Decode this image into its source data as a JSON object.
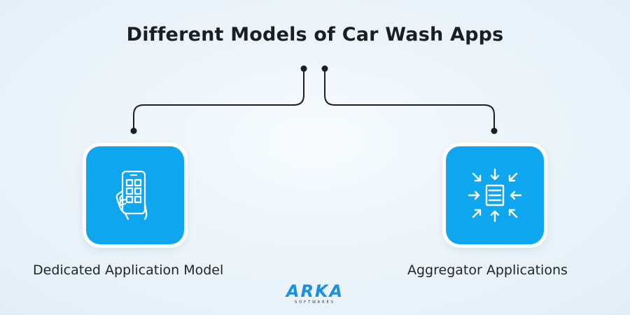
{
  "title": "Different Models of Car Wash Apps",
  "models": [
    {
      "label": "Dedicated Application Model",
      "icon": "smartphone-hand-icon"
    },
    {
      "label": "Aggregator Applications",
      "icon": "aggregator-arrows-icon"
    }
  ],
  "logo": {
    "name": "ARKA",
    "sub": "SOFTWARES"
  },
  "colors": {
    "card": "#0ea6ef",
    "line": "#1b1f24",
    "logo": "#1a8fe3",
    "text": "#1b1f24"
  }
}
